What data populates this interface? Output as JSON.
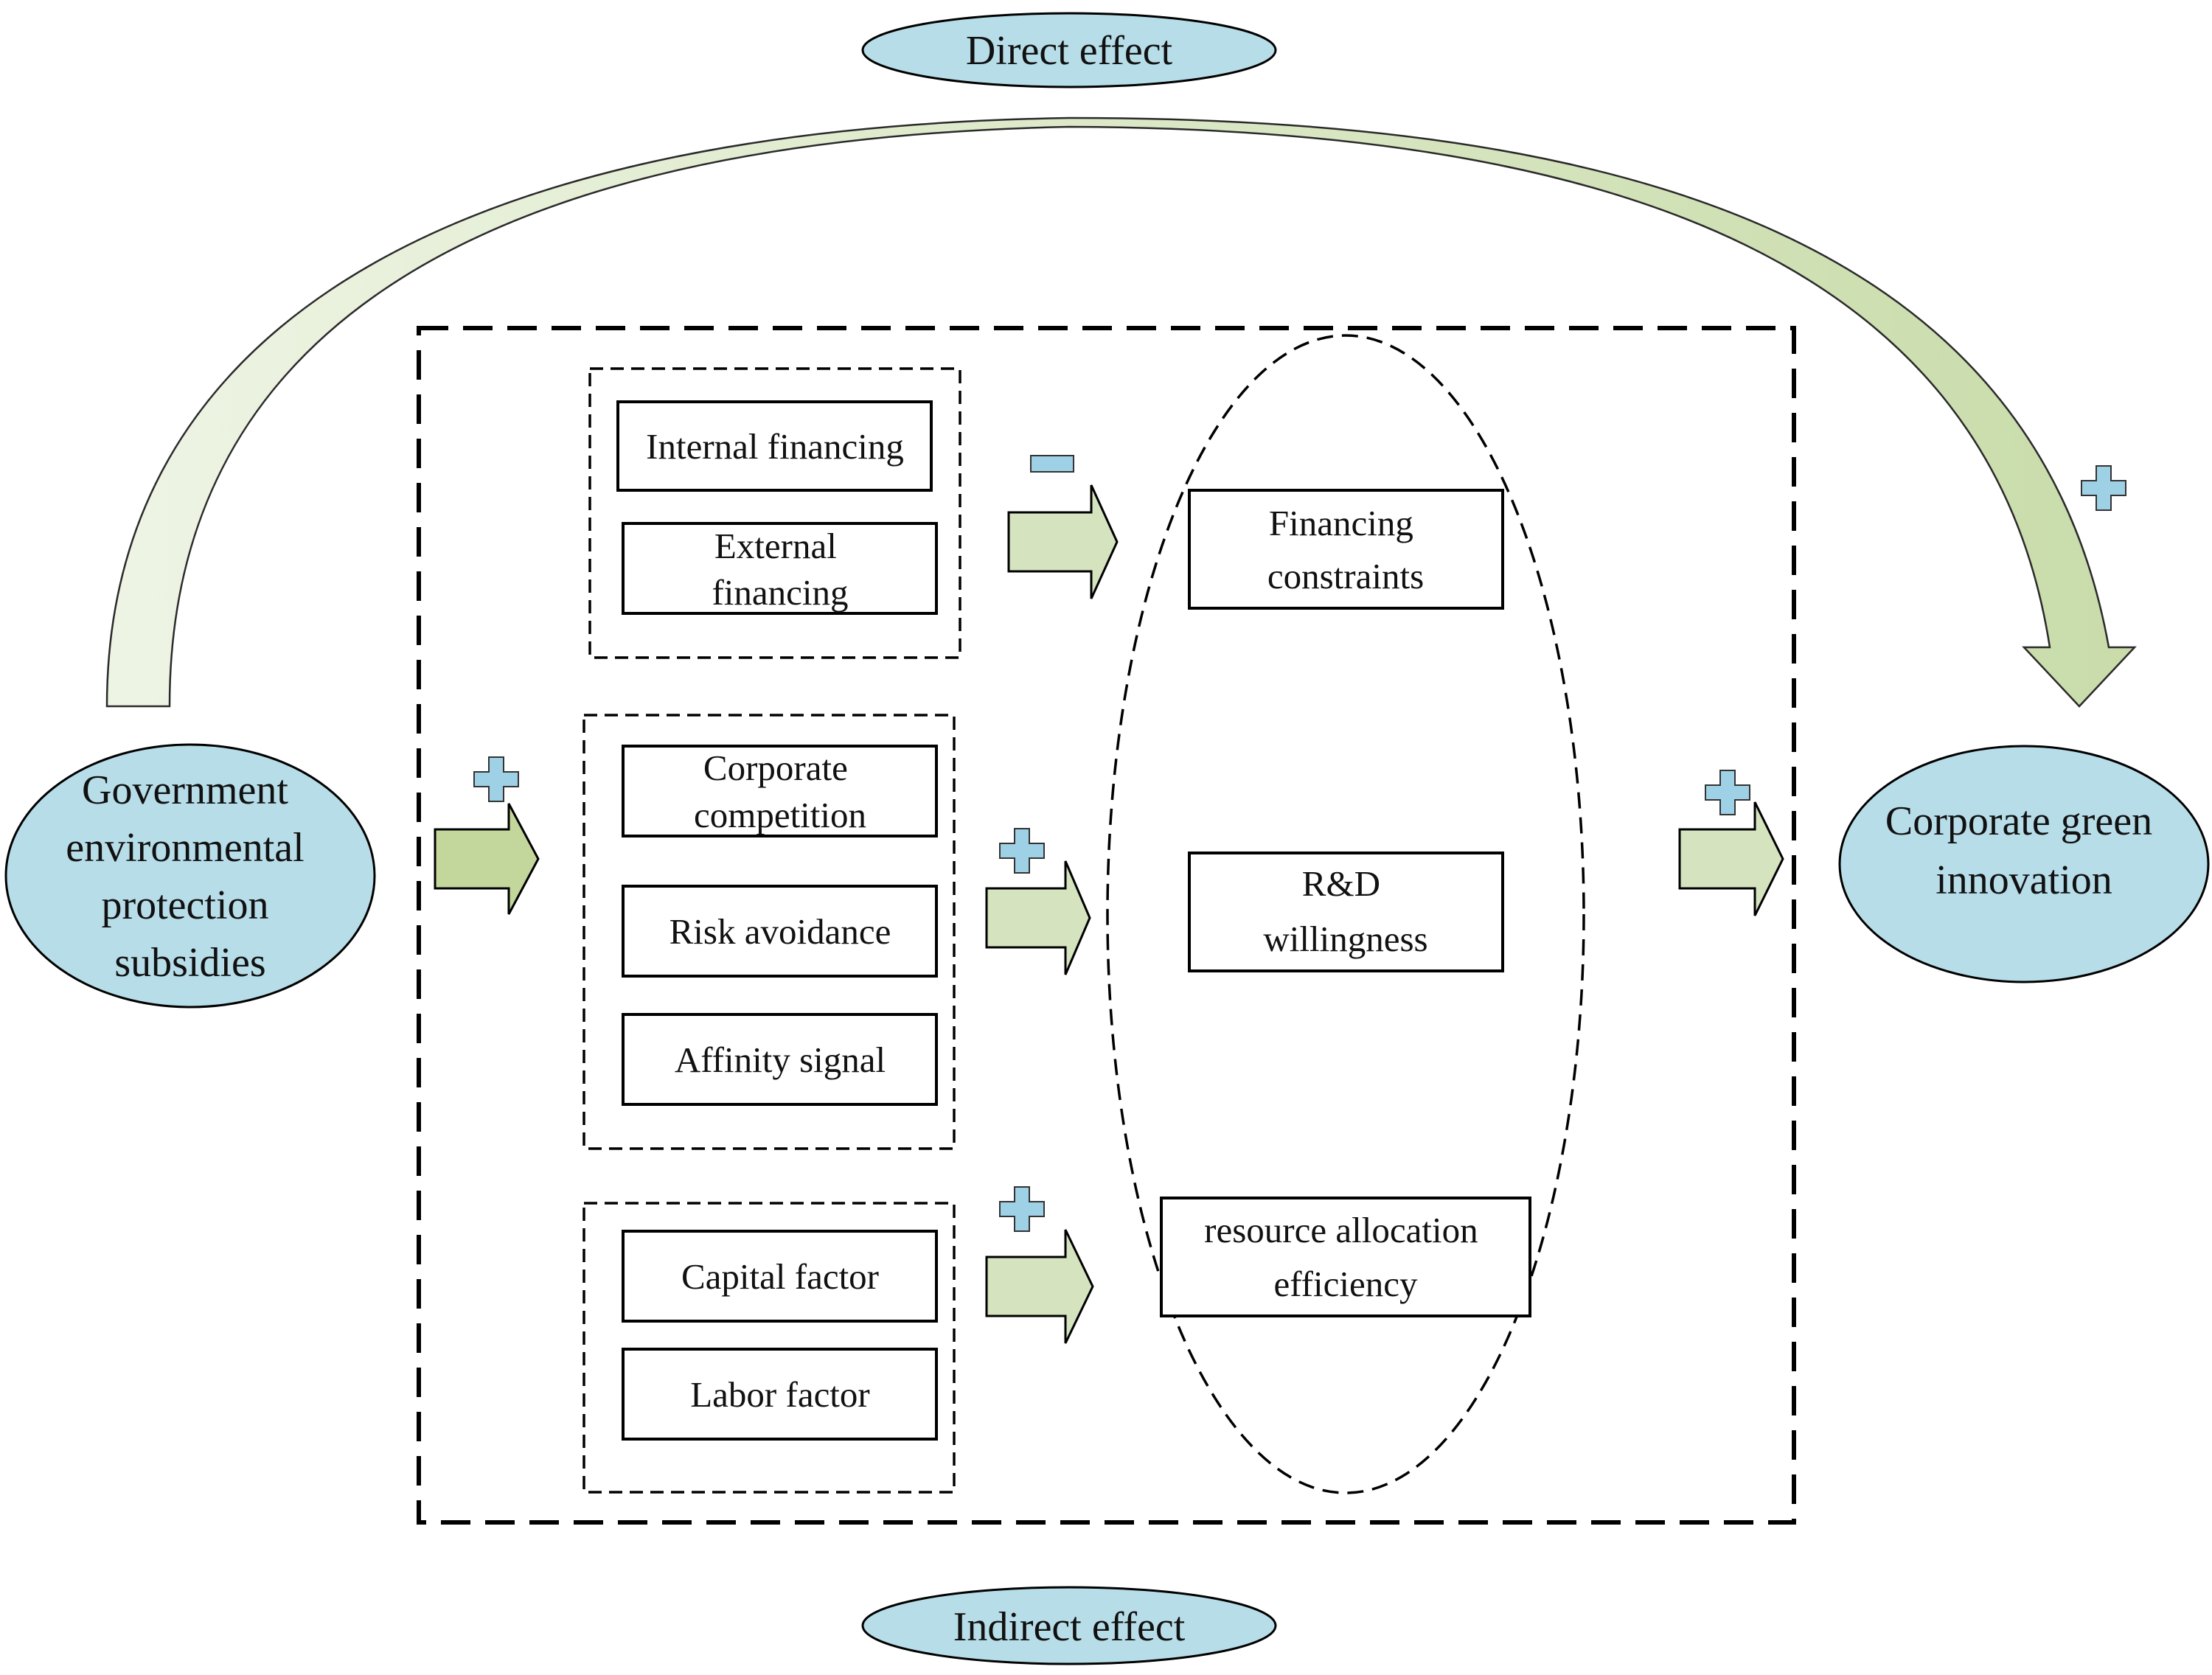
{
  "labels": {
    "direct_effect": "Direct effect",
    "indirect_effect": "Indirect effect",
    "source": [
      "Government",
      "environmental",
      "protection",
      "subsidies"
    ],
    "target": [
      "Corporate green",
      "innovation"
    ]
  },
  "groups": [
    {
      "factors": [
        [
          "Internal financing"
        ],
        [
          "External",
          "financing"
        ]
      ],
      "sign": "minus",
      "mechanism": [
        "Financing",
        "constraints"
      ]
    },
    {
      "factors": [
        [
          "Corporate",
          "competition"
        ],
        [
          "Risk avoidance"
        ],
        [
          "Affinity signal"
        ]
      ],
      "sign": "plus",
      "mechanism": [
        "R&D",
        "willingness"
      ]
    },
    {
      "factors": [
        [
          "Capital factor"
        ],
        [
          "Labor factor"
        ]
      ],
      "sign": "plus",
      "mechanism": [
        "resource allocation",
        "efficiency"
      ]
    }
  ],
  "signs": {
    "direct": "plus",
    "source_to_box": "plus",
    "box_to_target": "plus"
  },
  "colors": {
    "ellipse_fill": "#b7dde8",
    "arrow_fill": "#d5e3bf",
    "arrow_fill_dark": "#c3d69b",
    "sign_color": "#9fd1e6",
    "line": "#000000"
  }
}
